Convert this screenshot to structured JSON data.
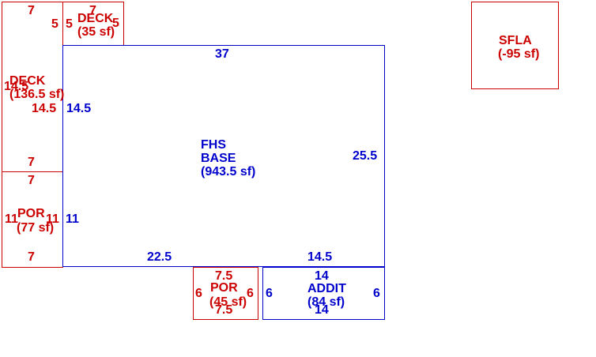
{
  "colors": {
    "red": "#cc0000",
    "blue": "#0000cc",
    "background": "#ffffff"
  },
  "deck_small": {
    "name": "DECK",
    "area": "(35 sf)",
    "dims": {
      "top": "7",
      "left_outer": "5",
      "left_inner": "5",
      "right": "5"
    }
  },
  "deck_large": {
    "name": "DECK",
    "area": "(136.5 sf)",
    "dims": {
      "top": "7",
      "left": "14.5",
      "right": "14.5",
      "bottom": "7"
    }
  },
  "por_left": {
    "name": "POR",
    "area": "(77 sf)",
    "dims": {
      "top": "7",
      "left": "11",
      "right": "11",
      "bottom": "7"
    }
  },
  "fhs_base": {
    "name_line1": "FHS",
    "name_line2": "BASE",
    "area": "(943.5 sf)",
    "dims": {
      "top": "37",
      "left": "14.5",
      "left_lower": "11",
      "right": "25.5",
      "bottom_left": "22.5",
      "bottom_right": "14.5"
    }
  },
  "por_bottom": {
    "name": "POR",
    "area": "(45 sf)",
    "dims": {
      "top": "7.5",
      "left": "6",
      "right": "6",
      "bottom": "7.5"
    }
  },
  "addit": {
    "name": "ADDIT",
    "area": "(84 sf)",
    "dims": {
      "top": "14",
      "left": "6",
      "right": "6",
      "bottom": "14"
    }
  },
  "sfla": {
    "name": "SFLA",
    "area": "(-95 sf)"
  }
}
